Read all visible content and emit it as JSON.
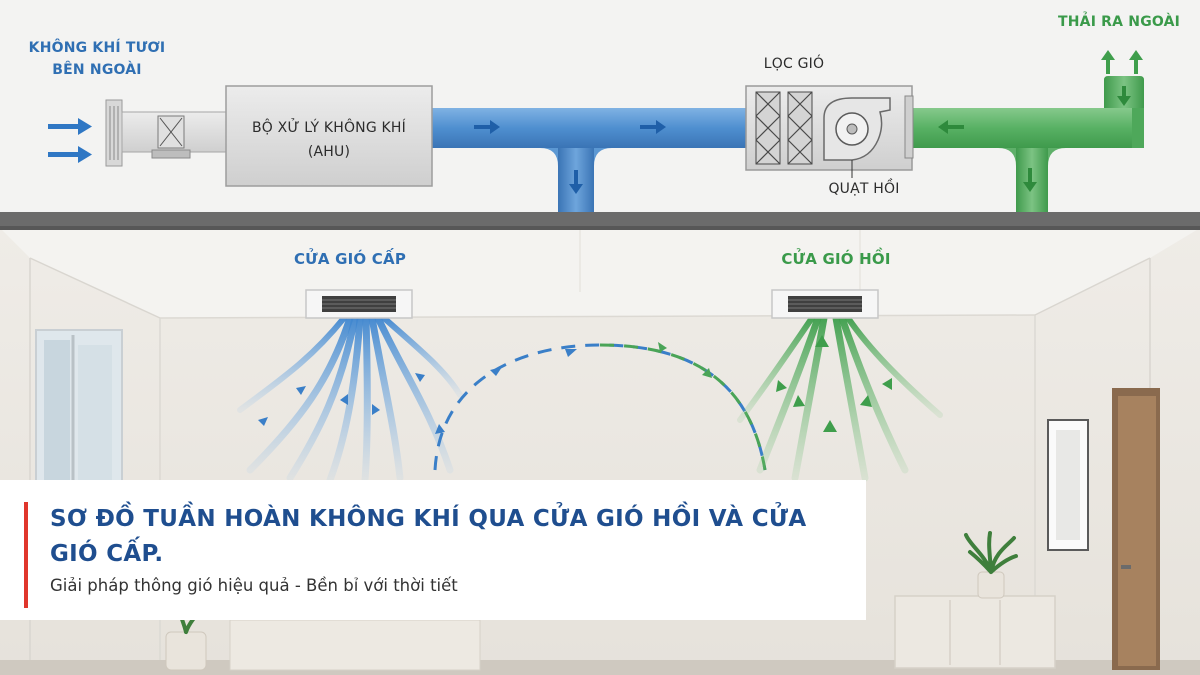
{
  "labels": {
    "fresh_air": [
      "KHÔNG KHÍ TƯƠI",
      "BÊN NGOÀI"
    ],
    "ahu": [
      "BỘ XỬ LÝ KHÔNG KHÍ",
      "(AHU)"
    ],
    "filter": "LỌC GIÓ",
    "return_fan": "QUẠT HỒI",
    "exhaust": "THẢI RA NGOÀI",
    "supply_grille": "CỬA GIÓ CẤP",
    "return_grille": "CỬA GIÓ HỒI"
  },
  "caption": {
    "title": "SƠ ĐỒ TUẦN HOÀN KHÔNG KHÍ QUA CỬA GIÓ HỒI VÀ CỬA GIÓ CẤP.",
    "subtitle": "Giải pháp thông gió hiệu quả - Bền bỉ với thời tiết"
  },
  "colors": {
    "supply": "#4a8fd0",
    "return": "#4fae5a",
    "accent": "#e0362c",
    "title": "#1f4e8f"
  }
}
